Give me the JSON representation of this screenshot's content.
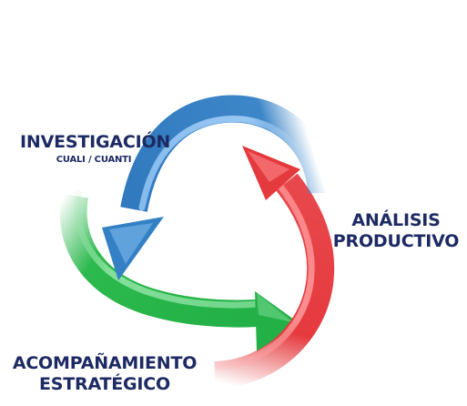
{
  "cycle": {
    "investigacion": {
      "title": "INVESTIGACIÓN",
      "subtitle": "CUALI / CUANTI",
      "color": "#3a82c4"
    },
    "analisis": {
      "line1": "ANÁLISIS",
      "line2": "PRODUCTIVO",
      "color": "#e23a3e"
    },
    "acompanamiento": {
      "line1": "ACOMPAÑAMIENTO",
      "line2": "ESTRATÉGICO",
      "color": "#26b34a"
    },
    "text_color": "#1d2a63"
  }
}
